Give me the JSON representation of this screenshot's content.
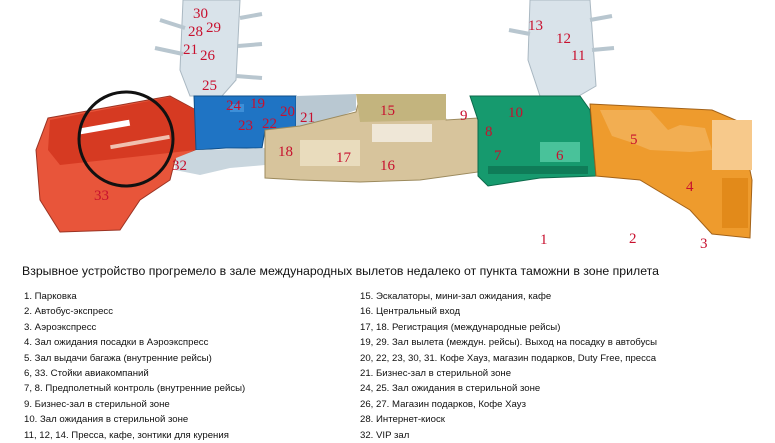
{
  "map": {
    "zone_labels": [
      "30",
      "29",
      "28",
      "21",
      "26",
      "25",
      "24",
      "19",
      "20",
      "23",
      "22",
      "21",
      "32",
      "18",
      "33",
      "17",
      "15",
      "16",
      "10",
      "9",
      "8",
      "7",
      "6",
      "5",
      "4",
      "13",
      "12",
      "11",
      "1",
      "2",
      "3"
    ],
    "colors": {
      "red_wing": "#e8553a",
      "dark_red": "#d63a22",
      "blue": "#1f74c4",
      "tan": "#d7c49c",
      "olive": "#c3b47e",
      "green": "#169a6e",
      "orange": "#ee9b2d",
      "gray_piers": "#c9d6de",
      "label_red": "#c8102e"
    }
  },
  "caption": "Взрывное устройство прогремело в зале международных вылетов недалеко от пункта таможни в зоне прилета",
  "legend": {
    "left": [
      "1. Парковка",
      "2. Автобус-экспресс",
      "3. Аэроэкспресс",
      "4. Зал ожидания посадки в Аэроэкспресс",
      "5. Зал выдачи багажа (внутренние рейсы)",
      "6, 33. Стойки авиакомпаний",
      "7, 8. Предполетный контроль (внутренние рейсы)",
      "9. Бизнес-зал в стерильной зоне",
      "10. Зал ожидания в стерильной зоне",
      "11, 12, 14. Пресса, кафе, зонтики для курения"
    ],
    "right": [
      "15. Эскалаторы, мини-зал ожидания, кафе",
      "16. Центральный вход",
      "17, 18. Регистрация (международные рейсы)",
      "19, 29. Зал вылета (междун. рейсы). Выход на посадку в автобусы",
      "20, 22, 23, 30, 31. Кофе Хауз, магазин подарков, Duty Free, пресса",
      "21. Бизнес-зал в стерильной зоне",
      "24, 25. Зал ожидания в стерильной зоне",
      "26, 27. Магазин подарков, Кофе Хауз",
      "28. Интернет-киоск",
      "32. VIP зал"
    ]
  }
}
